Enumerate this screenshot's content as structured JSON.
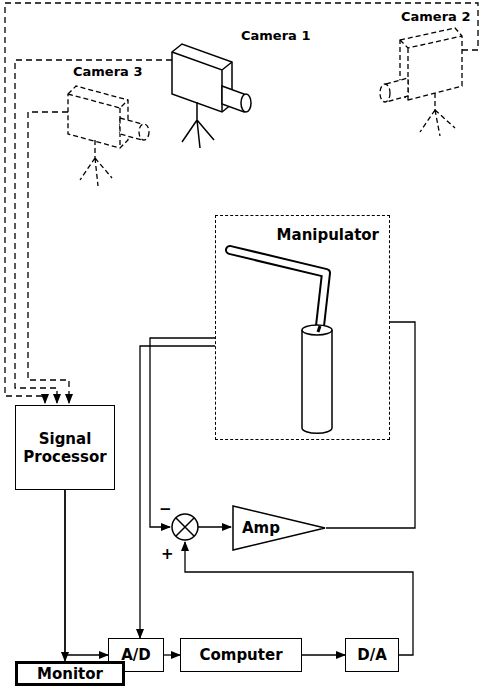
{
  "diagram": {
    "nodes": [
      {
        "text": [
          "Manipulator"
        ]
      },
      {
        "text": [
          "Signal Processor"
        ]
      },
      {
        "text": [
          "Amp"
        ]
      },
      {
        "text": [
          "A/D"
        ]
      },
      {
        "text": [
          "Computer"
        ]
      },
      {
        "text": [
          "D/A"
        ]
      },
      {
        "text": [
          "Monitor"
        ]
      }
    ],
    "edges": [
      {
        "from": 1,
        "to": 3,
        "arrow": "to"
      },
      {
        "from": 1,
        "to": 6,
        "arrow": "to"
      },
      {
        "from": 0,
        "to": 3,
        "arrow": "to"
      },
      {
        "from": 3,
        "to": 4,
        "arrow": "to"
      },
      {
        "from": 4,
        "to": 5,
        "arrow": "to"
      },
      {
        "from": 2,
        "to": 0,
        "arrow": "none"
      }
    ],
    "labels": [
      "Camera 1",
      "Camera 2",
      "Camera 3",
      "−",
      "+"
    ]
  }
}
